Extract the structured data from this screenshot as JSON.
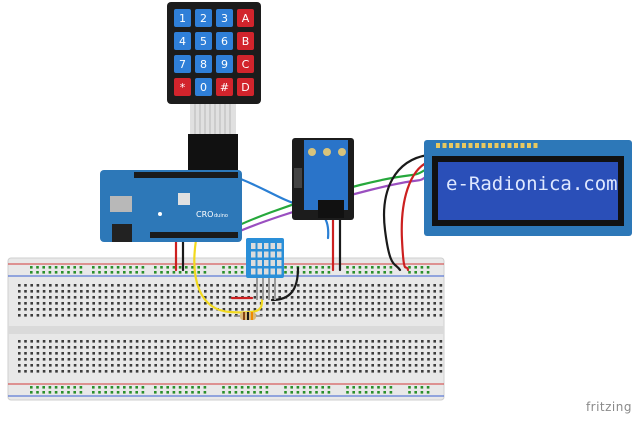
{
  "keypad": {
    "keys": [
      "1",
      "2",
      "3",
      "A",
      "4",
      "5",
      "6",
      "B",
      "7",
      "8",
      "9",
      "C",
      "*",
      "0",
      "#",
      "D"
    ]
  },
  "board": {
    "brand": "CRO",
    "sub": "duino"
  },
  "lcd": {
    "text": "e-Radionica.com"
  },
  "watermark": "fritzing",
  "colors": {
    "blue_key": "#2f7fd8",
    "red_key": "#d2242c",
    "board": "#2d78b8",
    "lcd_screen": "#2a4fb8",
    "breadboard": "#e6e6e6",
    "wire_blue": "#2a7fd4",
    "wire_green": "#26a83c",
    "wire_purple": "#9a4fc0",
    "wire_red": "#cc2020",
    "wire_yellow": "#f2d91e",
    "wire_black": "#1a1a1a"
  }
}
